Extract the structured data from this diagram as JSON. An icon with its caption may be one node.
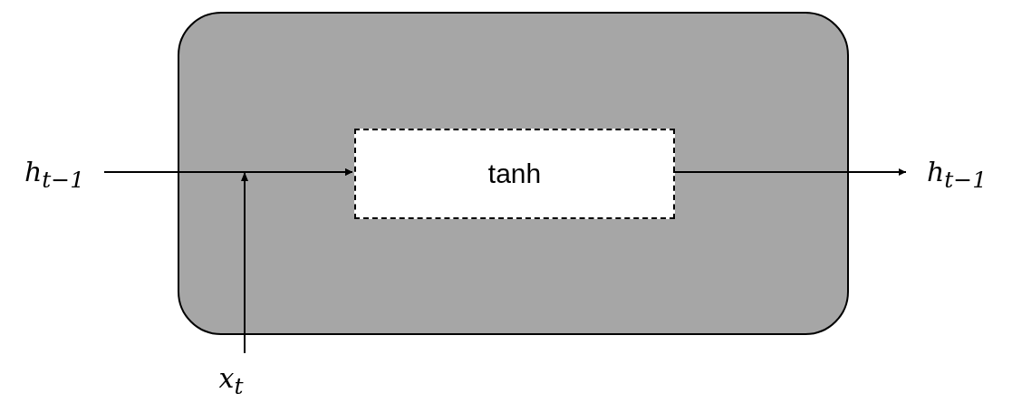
{
  "diagram": {
    "nodes": [
      {
        "text": [],
        "shape": "box"
      },
      {
        "text": [
          "tanh"
        ],
        "in": 0
      },
      {
        "text": [
          "h$_{t−1}$"
        ]
      },
      {
        "text": [
          "x$_{t}$"
        ]
      },
      {
        "text": [
          "h$_{t−1}$"
        ]
      }
    ],
    "edges": [
      {
        "from": 2,
        "to": 1,
        "arrow": "to"
      },
      {
        "from": 3,
        "to": 1,
        "arrow": "to"
      },
      {
        "from": 1,
        "to": 4,
        "arrow": "to"
      }
    ]
  }
}
